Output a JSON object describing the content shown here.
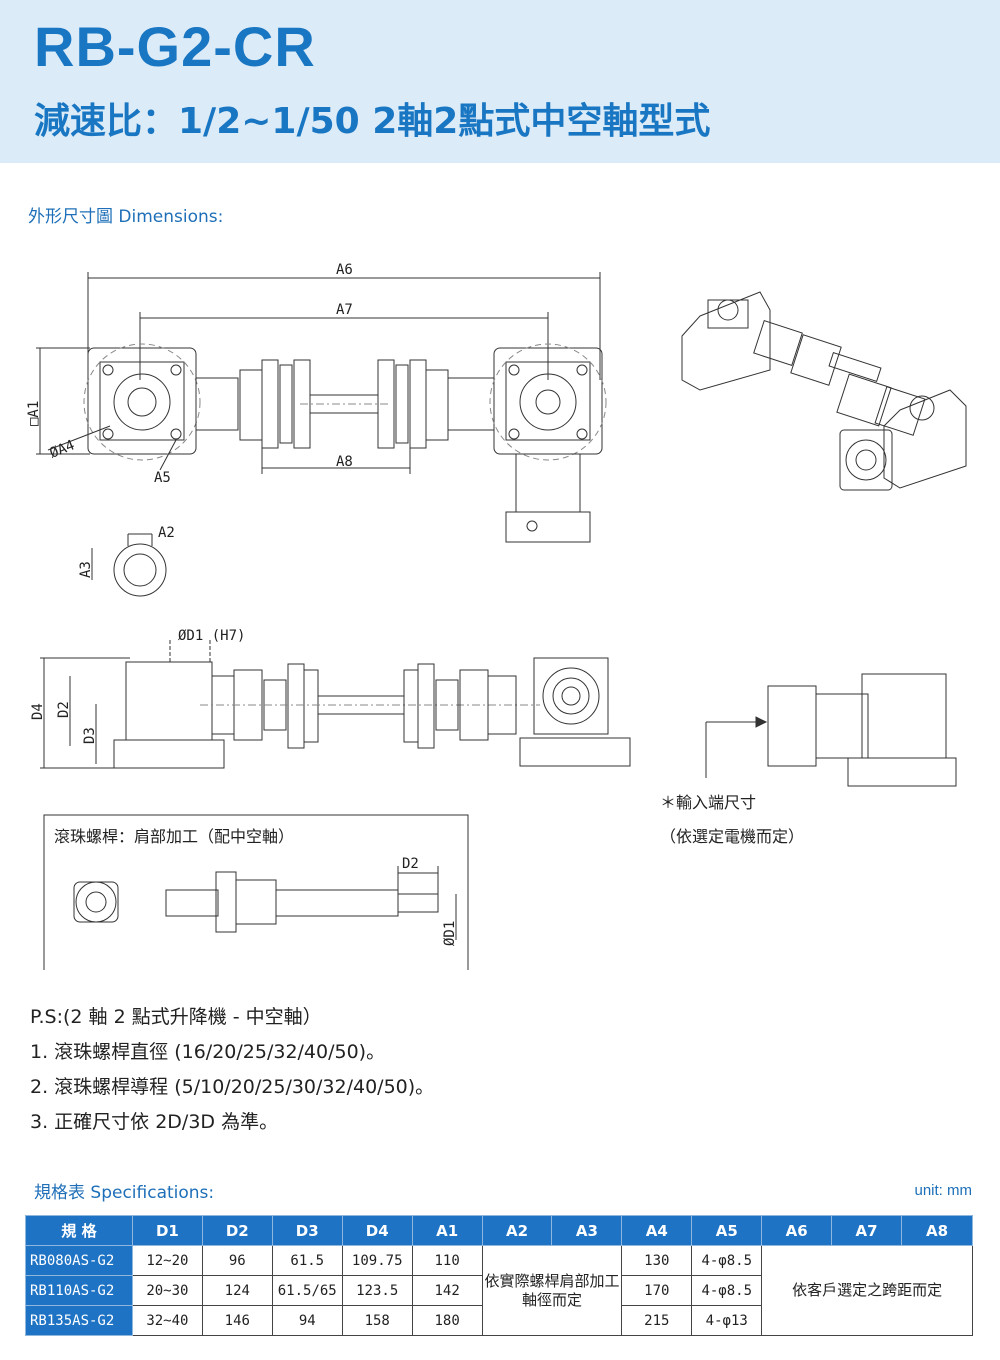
{
  "header": {
    "title": "RB-G2-CR",
    "subtitle": "減速比：1/2~1/50 2軸2點式中空軸型式"
  },
  "dimensions_section": {
    "label": "外形尺寸圖 Dimensions:"
  },
  "drawing_labels": {
    "a6": "A6",
    "a7": "A7",
    "a8": "A8",
    "a1": "□A1",
    "a4": "ØA4",
    "a5": "A5",
    "a2": "A2",
    "a3": "A3",
    "d1h7": "ØD1 (H7)",
    "d4": "D4",
    "d2": "D2",
    "d3": "D3",
    "ballscrew_note": "滾珠螺桿：肩部加工（配中空軸）",
    "screw_d2": "D2",
    "screw_d1": "ØD1",
    "input_note_1": "＊輸入端尺寸",
    "input_note_2": "（依選定電機而定）"
  },
  "ps": {
    "title": "P.S:(2 軸 2 點式升降機 - 中空軸）",
    "items": [
      "1. 滾珠螺桿直徑 (16/20/25/32/40/50)。",
      "2. 滾珠螺桿導程 (5/10/20/25/30/32/40/50)。",
      "3. 正確尺寸依 2D/3D 為準。"
    ]
  },
  "specs": {
    "label": "規格表 Specifications:",
    "unit": "unit: mm",
    "headers": [
      "規 格",
      "D1",
      "D2",
      "D3",
      "D4",
      "A1",
      "A2",
      "A3",
      "A4",
      "A5",
      "A6",
      "A7",
      "A8"
    ],
    "rows": [
      {
        "model": "RB080AS-G2",
        "d1": "12~20",
        "d2": "96",
        "d3": "61.5",
        "d4": "109.75",
        "a1": "110",
        "a4": "130",
        "a5": "4-φ8.5"
      },
      {
        "model": "RB110AS-G2",
        "d1": "20~30",
        "d2": "124",
        "d3": "61.5/65",
        "d4": "123.5",
        "a1": "142",
        "a4": "170",
        "a5": "4-φ8.5"
      },
      {
        "model": "RB135AS-G2",
        "d1": "32~40",
        "d2": "146",
        "d3": "94",
        "d4": "158",
        "a1": "180",
        "a4": "215",
        "a5": "4-φ13"
      }
    ],
    "a2a3_note": "依實際螺桿肩部加工軸徑而定",
    "a6a8_note": "依客戶選定之跨距而定"
  },
  "colors": {
    "brand_blue": "#1976c2",
    "header_bg": "#dcebf8",
    "table_header": "#1e73c5"
  }
}
